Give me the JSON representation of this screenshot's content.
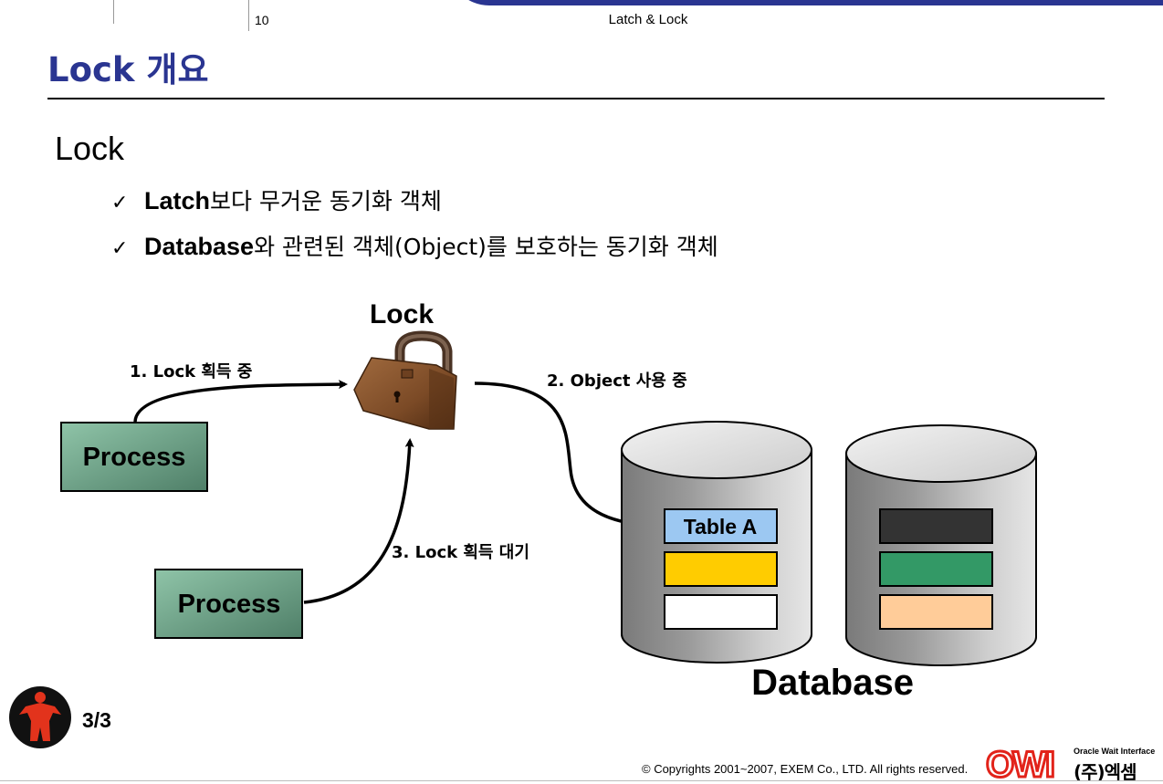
{
  "header": {
    "page_number": "10",
    "title": "Latch & Lock"
  },
  "slide": {
    "title": "Lock 개요",
    "section_heading": "Lock",
    "bullets": [
      {
        "bold": "Latch",
        "rest": "보다 무거운 동기화 객체"
      },
      {
        "bold": "Database",
        "rest": "와 관련된 객체(Object)를 보호하는 동기화 객체"
      }
    ]
  },
  "diagram": {
    "lock_label": "Lock",
    "process_labels": [
      "Process",
      "Process"
    ],
    "step_labels": [
      "1. Lock 획득 중",
      "2. Object 사용 중",
      "3. Lock 획득 대기"
    ],
    "table_label": "Table A",
    "database_label": "Database",
    "colors": {
      "process_fill": "#6f9f86",
      "table_a": "#9cc8f2",
      "yellow": "#ffcc00",
      "white": "#ffffff",
      "black": "#333333",
      "green": "#339966",
      "peach": "#ffcc99",
      "lock_body": "#7b4a26"
    }
  },
  "footer": {
    "page_count": "3/3",
    "copyright": "© Copyrights 2001~2007, EXEM Co., LTD. All rights reserved.",
    "logo_text": "OWI",
    "logo_subtitle": "Oracle Wait Interface",
    "logo_company": "(주)엑셈"
  }
}
